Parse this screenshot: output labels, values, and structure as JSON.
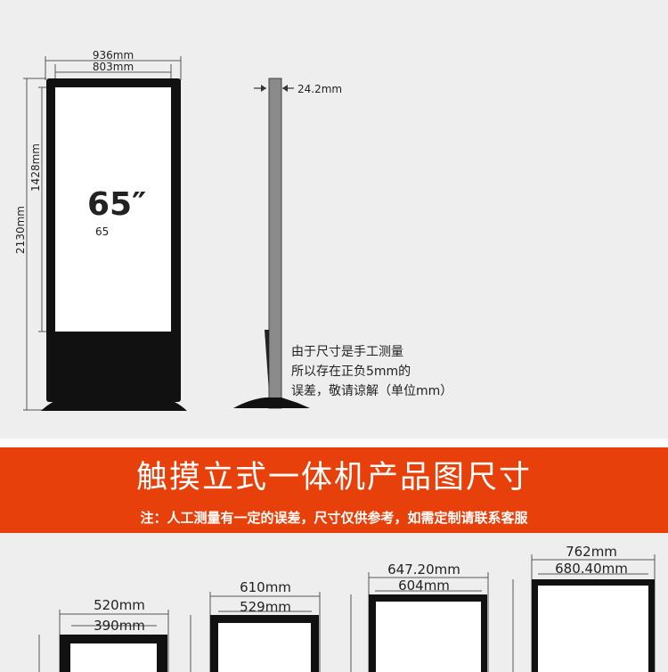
{
  "product": {
    "front": {
      "width_outer": "936mm",
      "width_screen": "803mm",
      "height_total": "2130mm",
      "height_screen": "1428mm",
      "size_label": "65″",
      "size_sub": "65"
    },
    "side": {
      "thickness": "24.2mm"
    },
    "note_lines": [
      "由于尺寸是手工测量",
      "所以存在正负5mm的",
      "误差，敬请谅解（单位mm）"
    ]
  },
  "banner": {
    "title": "触摸立式一体机产品图尺寸",
    "note": "注：人工测量有一定的误差，尺寸仅供参考，如需定制请联系客服",
    "color": "#e8400a"
  },
  "models": [
    {
      "outer": "520mm",
      "inner": "390mm"
    },
    {
      "outer": "610mm",
      "inner": "529mm"
    },
    {
      "outer": "647.20mm",
      "inner": "604mm"
    },
    {
      "outer": "762mm",
      "inner": "680.40mm"
    }
  ]
}
